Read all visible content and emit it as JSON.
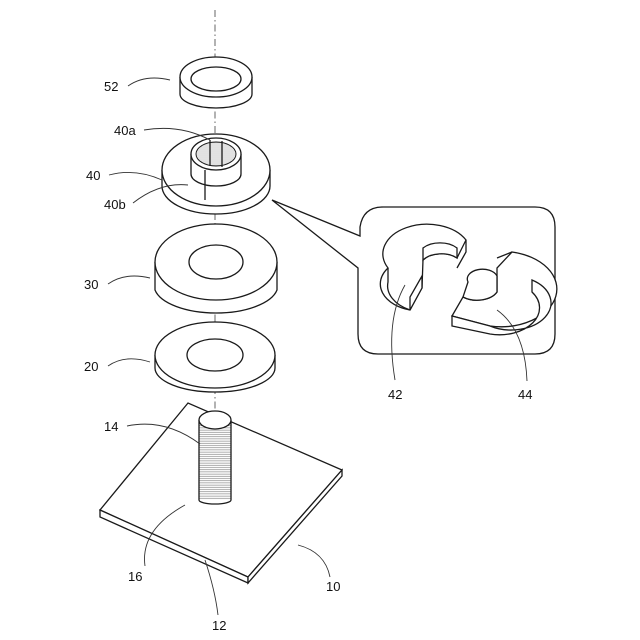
{
  "labels": {
    "part_52": "52",
    "part_40a": "40a",
    "part_40": "40",
    "part_40b": "40b",
    "part_30": "30",
    "part_20": "20",
    "part_14": "14",
    "part_16": "16",
    "part_12": "12",
    "part_10": "10",
    "part_42": "42",
    "part_44": "44"
  },
  "colors": {
    "stroke": "#1a1a1a",
    "background": "#ffffff",
    "thread_hatch": "#777777"
  }
}
